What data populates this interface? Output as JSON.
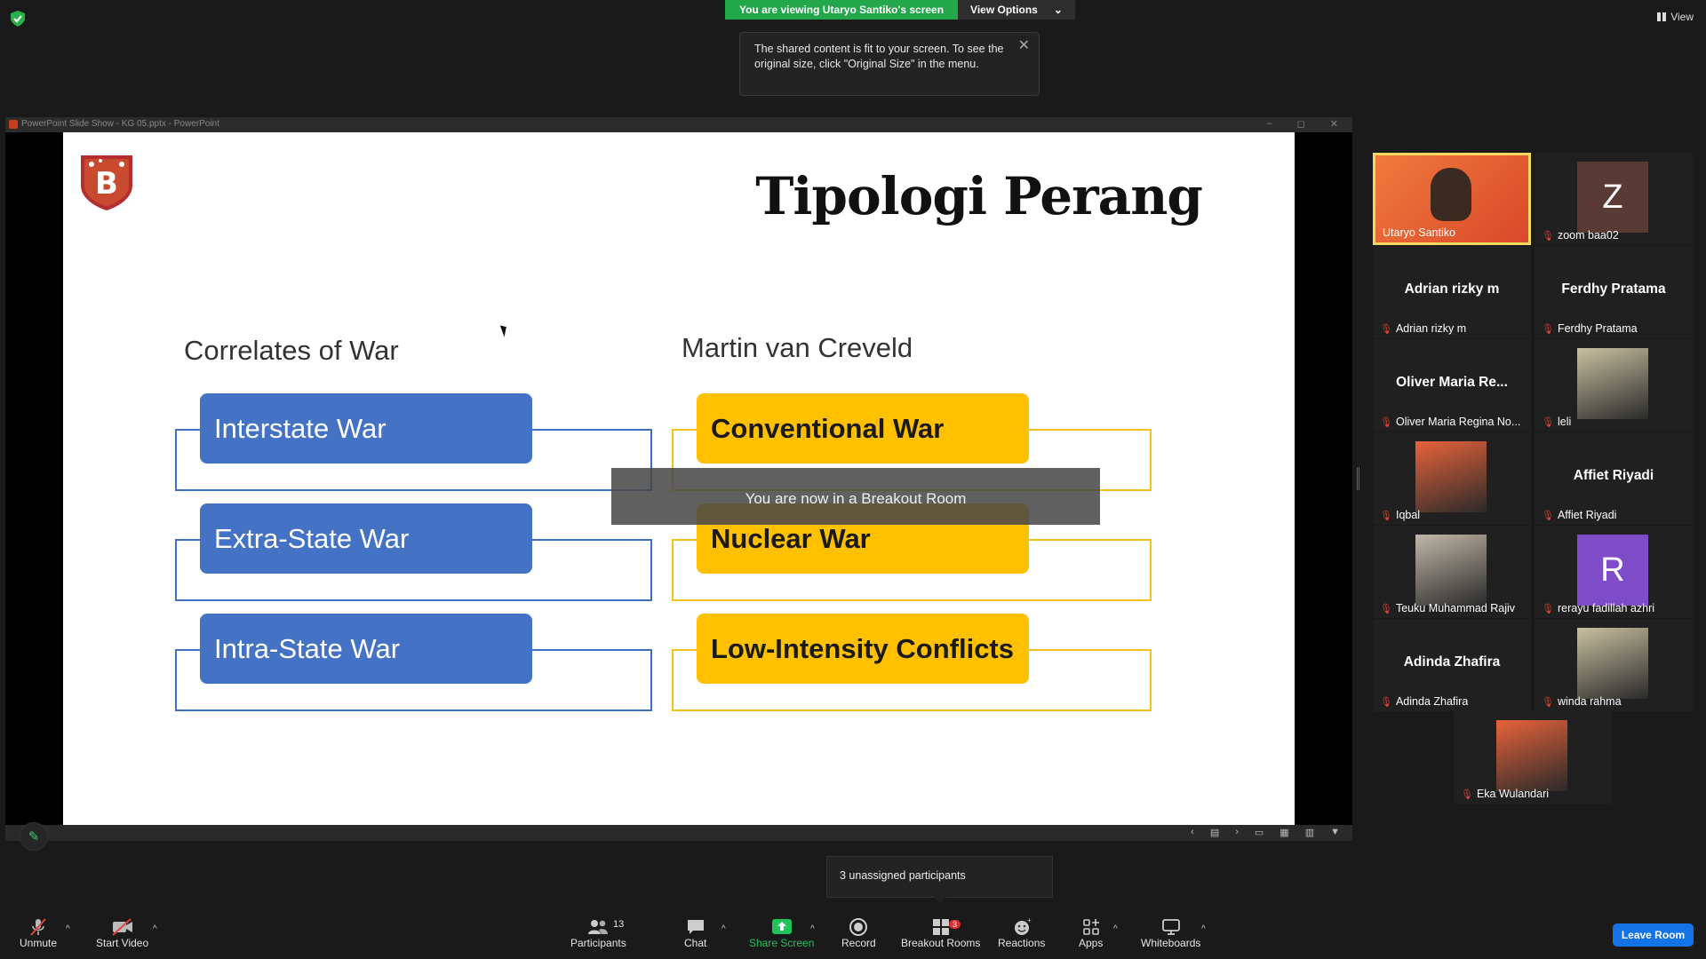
{
  "banner": {
    "viewing": "You are viewing Utaryo Santiko's screen",
    "view_options": "View Options"
  },
  "tooltip": {
    "text": "The shared content is fit to your screen. To see the original size, click \"Original Size\" in the menu."
  },
  "top_right": {
    "view_label": "View"
  },
  "ppt": {
    "title": "PowerPoint Slide Show - KG 05.pptx - PowerPoint"
  },
  "slide": {
    "title": "Tipologi Perang",
    "left_heading": "Correlates of War",
    "right_heading": "Martin van Creveld",
    "left_items": [
      "Interstate War",
      "Extra-State War",
      "Intra-State War"
    ],
    "right_items": [
      "Conventional War",
      "Nuclear War",
      "Low-Intensity Conflicts"
    ],
    "logo_letter": "B"
  },
  "notice": "You are now in a Breakout Room",
  "unassigned": "3 unassigned participants",
  "gallery": [
    {
      "name": "Utaryo Santiko",
      "kind": "video",
      "active": true
    },
    {
      "name": "zoom baa02",
      "kind": "letter",
      "letter": "Z",
      "color": "#5a3a34"
    },
    {
      "name": "Adrian rizky m",
      "kind": "text",
      "display": "Adrian rizky m"
    },
    {
      "name": "Ferdhy Pratama",
      "kind": "text",
      "display": "Ferdhy Pratama"
    },
    {
      "name": "Oliver Maria Regina No...",
      "kind": "text",
      "display": "Oliver  Maria  Re..."
    },
    {
      "name": "leli",
      "kind": "photo"
    },
    {
      "name": "Iqbal",
      "kind": "photo"
    },
    {
      "name": "Affiet Riyadi",
      "kind": "text",
      "display": "Affiet Riyadi"
    },
    {
      "name": "Teuku Muhammad Rajiv",
      "kind": "photo"
    },
    {
      "name": "rerayu fadillah azhri",
      "kind": "letter",
      "letter": "R",
      "color": "#7e4cc9"
    },
    {
      "name": "Adinda Zhafira",
      "kind": "text",
      "display": "Adinda Zhafira"
    },
    {
      "name": "winda rahma",
      "kind": "photo"
    },
    {
      "name": "Eka Wulandari",
      "kind": "photo"
    }
  ],
  "toolbar": {
    "unmute": "Unmute",
    "start_video": "Start Video",
    "participants": "Participants",
    "participants_count": "13",
    "chat": "Chat",
    "share_screen": "Share Screen",
    "record": "Record",
    "breakout_rooms": "Breakout Rooms",
    "breakout_count": "3",
    "reactions": "Reactions",
    "apps": "Apps",
    "whiteboards": "Whiteboards",
    "leave_room": "Leave Room"
  }
}
